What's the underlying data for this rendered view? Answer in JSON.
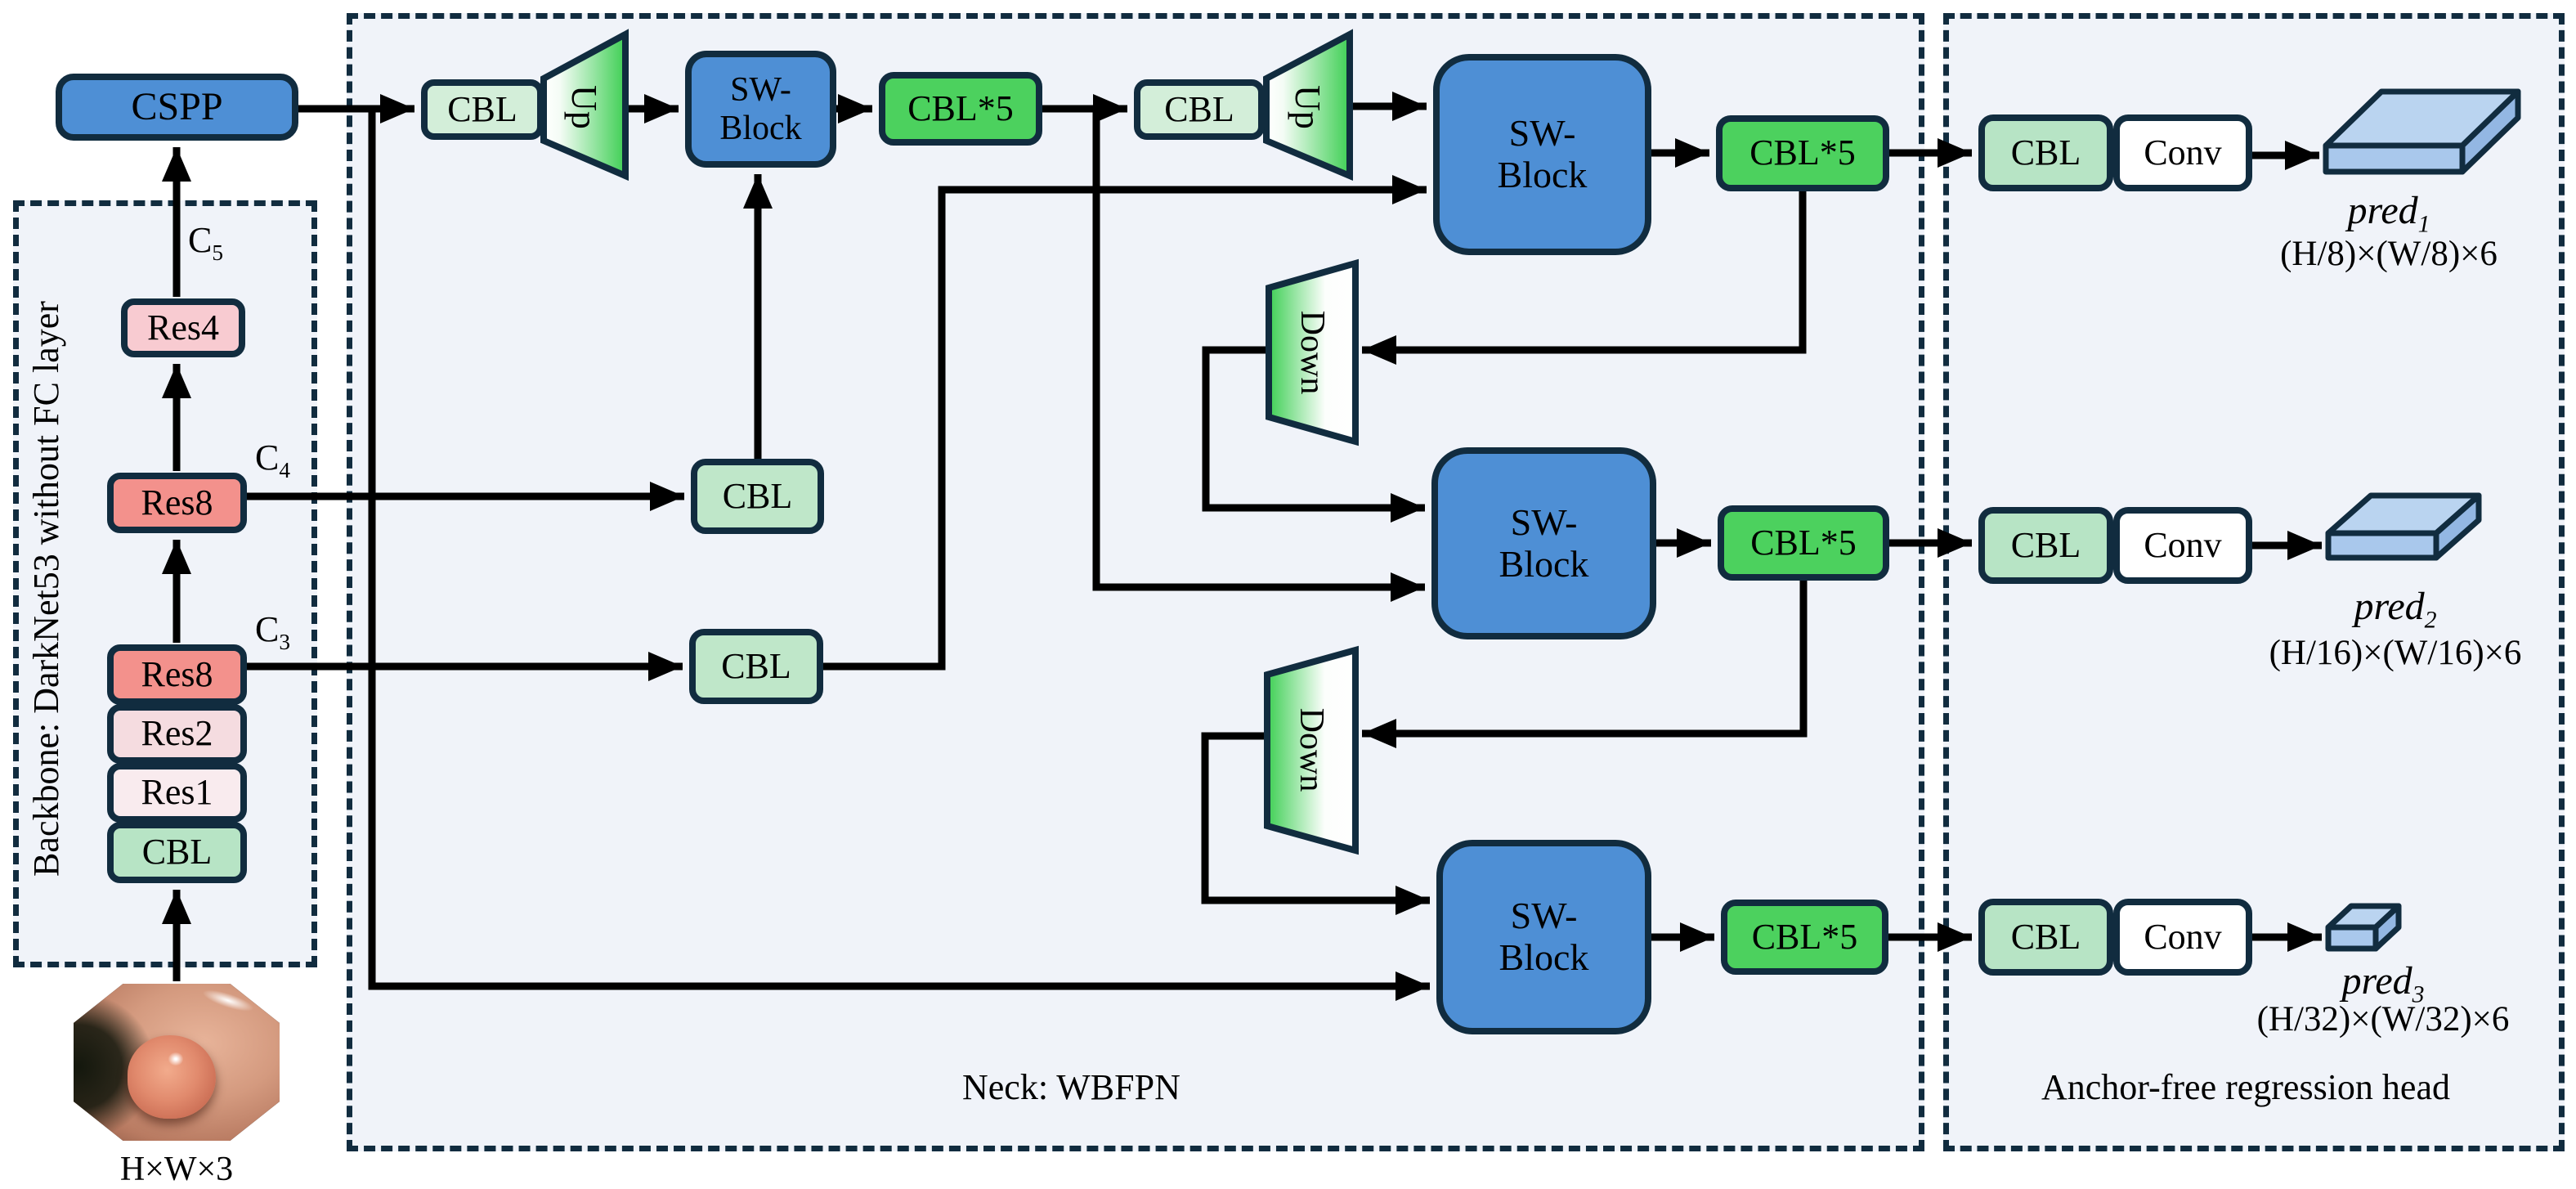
{
  "regions": {
    "backbone": "Backbone: DarkNet53 without FC layer",
    "neck": "Neck: WBFPN",
    "head": "Anchor-free regression head"
  },
  "blocks": {
    "cspp": "CSPP",
    "res4": "Res4",
    "res8": "Res8",
    "res2": "Res2",
    "res1": "Res1",
    "cbl": "CBL",
    "cbl5": "CBL*5",
    "up": "Up",
    "down": "Down",
    "sw_block": "SW-Block",
    "conv": "Conv"
  },
  "feature_tags": {
    "c5": {
      "base": "C",
      "sub": "5"
    },
    "c4": {
      "base": "C",
      "sub": "4"
    },
    "c3": {
      "base": "C",
      "sub": "3"
    }
  },
  "input": {
    "dims": "H×W×3",
    "image": "endoscopy-polyp-photo"
  },
  "outputs": [
    {
      "name": {
        "base": "pred",
        "sub": "1"
      },
      "dims": "(H/8)×(W/8)×6"
    },
    {
      "name": {
        "base": "pred",
        "sub": "2"
      },
      "dims": "(H/16)×(W/16)×6"
    },
    {
      "name": {
        "base": "pred",
        "sub": "3"
      },
      "dims": "(H/32)×(W/32)×6"
    }
  ],
  "colors": {
    "block_blue": "#4e8fd5",
    "block_green_bright": "#4cd15e",
    "cbl_green_light": "#d3eed9",
    "cbl_green": "#bfe7c9",
    "res_red": "#f3918c",
    "res_pink": "#f8cbd1",
    "outline_navy": "#112c3f",
    "region_fill": "#f0f3f9",
    "pred_top": "#bad4f0",
    "pred_front": "#a9c8ec",
    "pred_side": "#93b7e3"
  }
}
